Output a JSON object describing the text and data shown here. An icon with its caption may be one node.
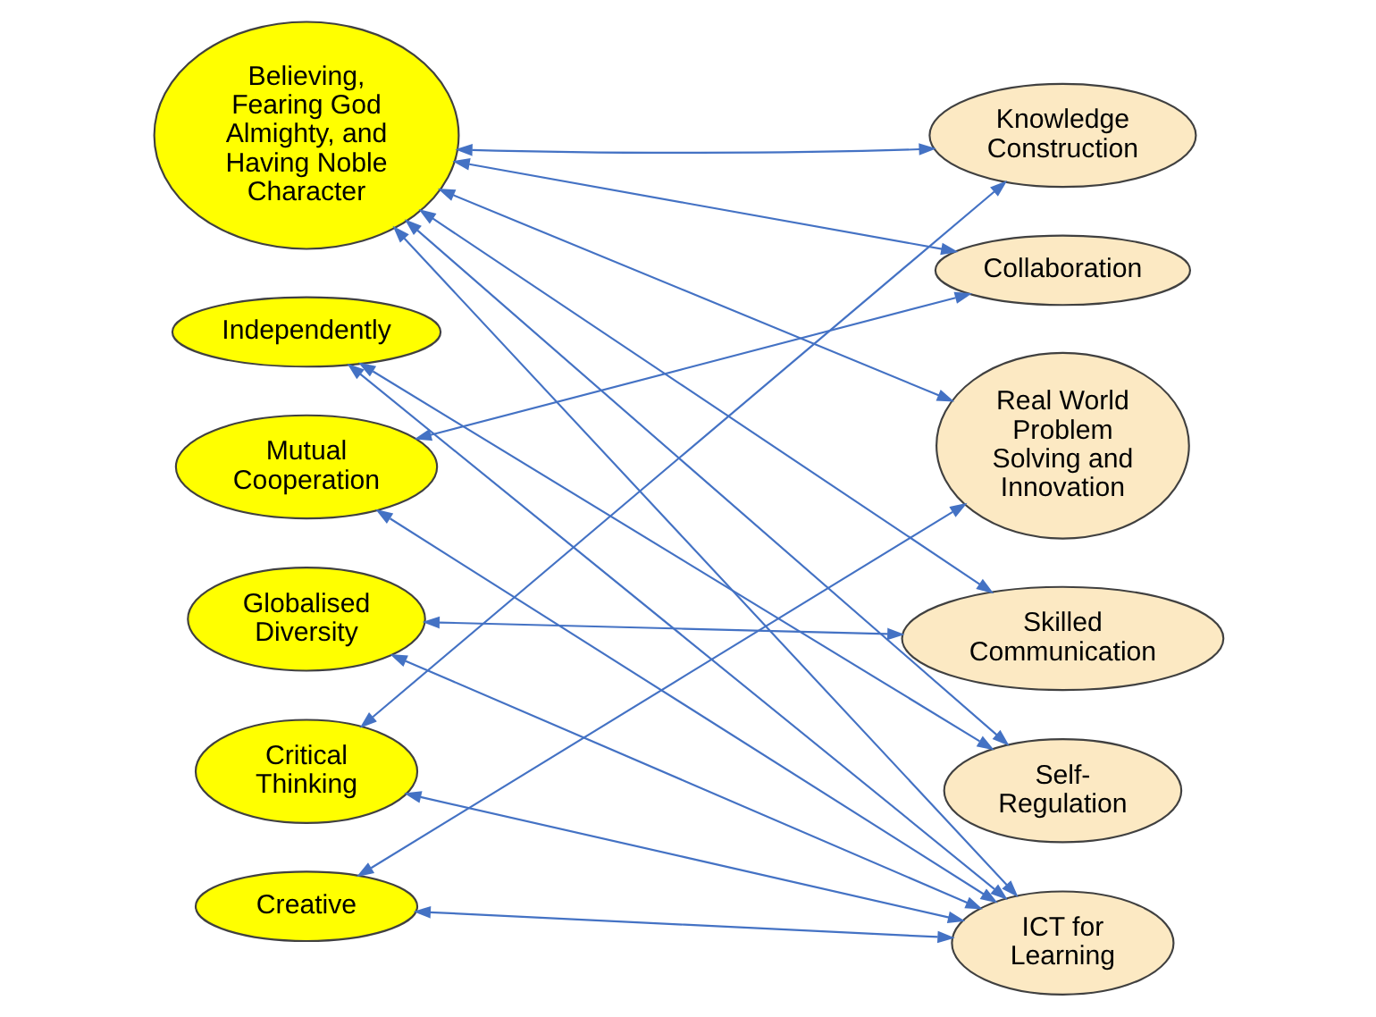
{
  "diagram": {
    "nodes": [
      {
        "text": [
          "Believing, Fearing God Almighty, and Having Noble Character"
        ]
      },
      {
        "text": [
          "Independently"
        ]
      },
      {
        "text": [
          "Mutual Cooperation"
        ]
      },
      {
        "text": [
          "Globalised Diversity"
        ]
      },
      {
        "text": [
          "Critical Thinking"
        ]
      },
      {
        "text": [
          "Creative"
        ]
      },
      {
        "text": [
          "Knowledge Construction"
        ]
      },
      {
        "text": [
          "Collaboration"
        ]
      },
      {
        "text": [
          "Real World Problem Solving and Innovation"
        ]
      },
      {
        "text": [
          "Skilled Communication"
        ]
      },
      {
        "text": [
          "Self-Regulation"
        ]
      },
      {
        "text": [
          "ICT for Learning"
        ]
      }
    ],
    "edges": [
      {
        "from": 0,
        "to": 6,
        "arrow": "both"
      },
      {
        "from": 0,
        "to": 7,
        "arrow": "both"
      },
      {
        "from": 0,
        "to": 8,
        "arrow": "both"
      },
      {
        "from": 0,
        "to": 9,
        "arrow": "both"
      },
      {
        "from": 0,
        "to": 10,
        "arrow": "both"
      },
      {
        "from": 0,
        "to": 11,
        "arrow": "both"
      },
      {
        "from": 1,
        "to": 10,
        "arrow": "both"
      },
      {
        "from": 1,
        "to": 11,
        "arrow": "both"
      },
      {
        "from": 2,
        "to": 7,
        "arrow": "both"
      },
      {
        "from": 2,
        "to": 11,
        "arrow": "both"
      },
      {
        "from": 3,
        "to": 9,
        "arrow": "both"
      },
      {
        "from": 3,
        "to": 11,
        "arrow": "both"
      },
      {
        "from": 4,
        "to": 6,
        "arrow": "both"
      },
      {
        "from": 4,
        "to": 11,
        "arrow": "both"
      },
      {
        "from": 5,
        "to": 8,
        "arrow": "both"
      },
      {
        "from": 5,
        "to": 11,
        "arrow": "both"
      }
    ]
  }
}
